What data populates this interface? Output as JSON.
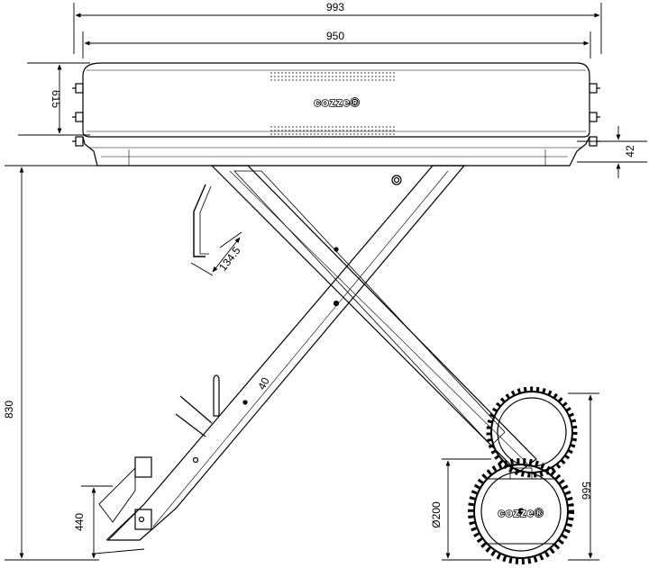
{
  "diagram": {
    "dimensions": {
      "overall_width": "993",
      "body_width": "950",
      "body_height": "615",
      "edge_height": "42",
      "total_height": "830",
      "handle_length": "134.5",
      "leg_width": "40",
      "lower_height": "440",
      "wheel_diameter": "Ø200",
      "wheel_height": "566"
    },
    "branding": {
      "logo_text": "cozze®"
    },
    "colors": {
      "line": "#000000",
      "background": "#ffffff"
    }
  }
}
